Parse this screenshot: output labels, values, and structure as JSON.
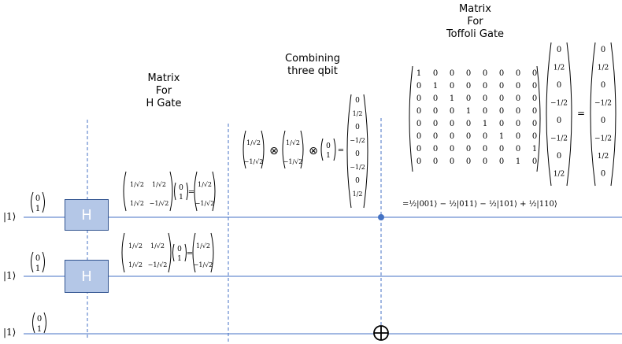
{
  "headings": {
    "h_gate": "Matrix\nFor\nH Gate",
    "combining": "Combining\nthree qbit",
    "toffoli": "Matrix\nFor\nToffoli Gate"
  },
  "qubits": [
    {
      "ket": "|1⟩",
      "vector": [
        "0",
        "1"
      ],
      "gate": "H"
    },
    {
      "ket": "|1⟩",
      "vector": [
        "0",
        "1"
      ],
      "gate": "H"
    },
    {
      "ket": "|1⟩",
      "vector": [
        "0",
        "1"
      ],
      "gate": ""
    }
  ],
  "h_matrix": [
    [
      "1/√2",
      "1/√2"
    ],
    [
      "1/√2",
      "−1/√2"
    ]
  ],
  "h_input": [
    "0",
    "1"
  ],
  "h_result": [
    "1/√2",
    "−1/√2"
  ],
  "tensor": {
    "v1": [
      "1/√2",
      "−1/√2"
    ],
    "v2": [
      "1/√2",
      "−1/√2"
    ],
    "v3": [
      "0",
      "1"
    ],
    "op": "⊗",
    "result": [
      "0",
      "1/2",
      "0",
      "−1/2",
      "0",
      "−1/2",
      "0",
      "1/2"
    ]
  },
  "toffoli_matrix": [
    [
      "1",
      "0",
      "0",
      "0",
      "0",
      "0",
      "0",
      "0"
    ],
    [
      "0",
      "1",
      "0",
      "0",
      "0",
      "0",
      "0",
      "0"
    ],
    [
      "0",
      "0",
      "1",
      "0",
      "0",
      "0",
      "0",
      "0"
    ],
    [
      "0",
      "0",
      "0",
      "1",
      "0",
      "0",
      "0",
      "0"
    ],
    [
      "0",
      "0",
      "0",
      "0",
      "1",
      "0",
      "0",
      "0"
    ],
    [
      "0",
      "0",
      "0",
      "0",
      "0",
      "1",
      "0",
      "0"
    ],
    [
      "0",
      "0",
      "0",
      "0",
      "0",
      "0",
      "0",
      "1"
    ],
    [
      "0",
      "0",
      "0",
      "0",
      "0",
      "0",
      "1",
      "0"
    ]
  ],
  "toffoli_input": [
    "0",
    "1/2",
    "0",
    "−1/2",
    "0",
    "−1/2",
    "0",
    "1/2"
  ],
  "toffoli_output": [
    "0",
    "1/2",
    "0",
    "−1/2",
    "0",
    "−1/2",
    "1/2",
    "0"
  ],
  "final_state": "=½|001⟩ − ½|011⟩ − ½|101⟩ + ½|110⟩",
  "equals": "="
}
